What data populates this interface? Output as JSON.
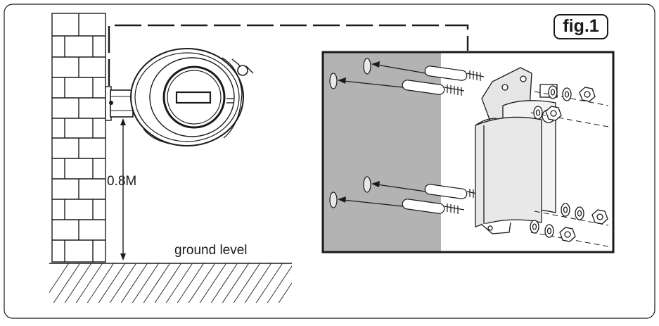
{
  "figure": {
    "label": "fig.1",
    "height_label": "0.8M",
    "ground_label": "ground level"
  },
  "colors": {
    "line": "#1a1a1a",
    "wall_shade": "#b3b3b3",
    "background": "#ffffff"
  },
  "icons": [
    "brick-wall",
    "hose-reel",
    "ground-hatch",
    "wall-plug",
    "screw",
    "nut",
    "washer",
    "mounting-bracket"
  ]
}
